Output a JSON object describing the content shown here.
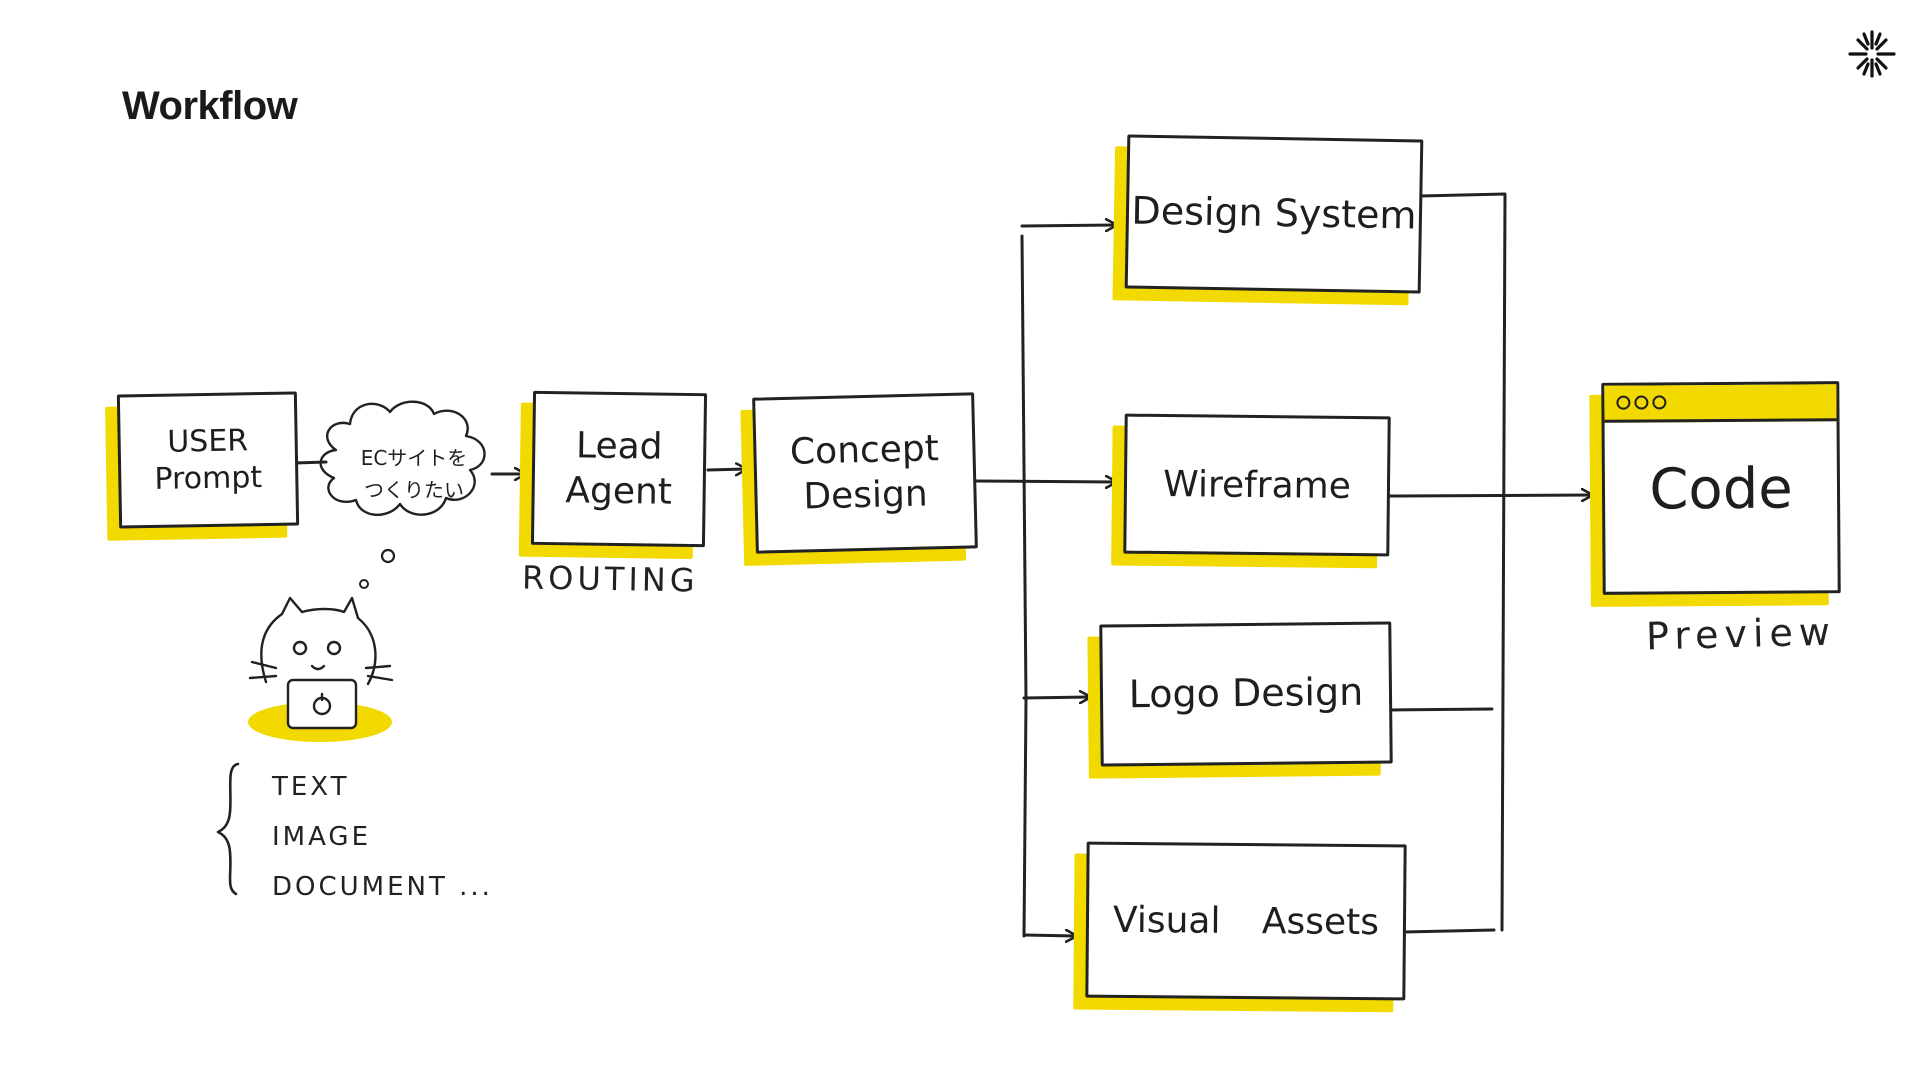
{
  "page": {
    "title": "Workflow"
  },
  "brand": {
    "icon": "starburst-logo-icon",
    "color": "#111111"
  },
  "colors": {
    "accent_highlight": "#f2d900",
    "stroke": "#222222",
    "background": "#ffffff"
  },
  "diagram": {
    "nodes": {
      "user_prompt": {
        "line1": "USER",
        "line2": "Prompt"
      },
      "lead_agent": {
        "line1": "Lead",
        "line2": "Agent"
      },
      "concept_design": {
        "line1": "Concept",
        "line2": "Design"
      },
      "design_system": {
        "label": "Design System"
      },
      "wireframe": {
        "label": "Wireframe"
      },
      "logo_design": {
        "label": "Logo Design"
      },
      "visual_assets": {
        "label": "Visual Assets"
      },
      "code": {
        "label": "Code"
      }
    },
    "thought_bubble": {
      "line1": "ECサイトを",
      "line2": "つくりたい"
    },
    "routing_label": "ROUTING",
    "preview_label": "Preview",
    "input_types": [
      "TEXT",
      "IMAGE",
      "DOCUMENT ..."
    ],
    "edges": [
      [
        "user_prompt",
        "lead_agent"
      ],
      [
        "lead_agent",
        "concept_design"
      ],
      [
        "concept_design",
        "design_system"
      ],
      [
        "concept_design",
        "wireframe"
      ],
      [
        "concept_design",
        "logo_design"
      ],
      [
        "concept_design",
        "visual_assets"
      ],
      [
        "design_system",
        "code"
      ],
      [
        "wireframe",
        "code"
      ],
      [
        "logo_design",
        "code"
      ],
      [
        "visual_assets",
        "code"
      ]
    ]
  }
}
